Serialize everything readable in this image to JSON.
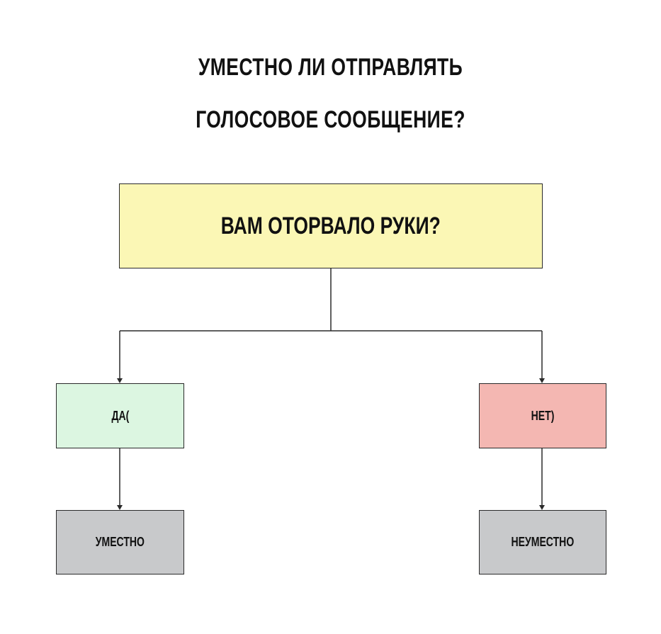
{
  "title": {
    "line1": "УМЕСТНО ЛИ ОТПРАВЛЯТЬ",
    "line2": "ГОЛОСОВОЕ СООБЩЕНИЕ?"
  },
  "question": "ВАМ ОТОРВАЛО РУКИ?",
  "branches": {
    "yes": {
      "answer": "ДА(",
      "result": "УМЕСТНО",
      "answer_color": "#dcf6e1",
      "result_color": "#c8c9cb"
    },
    "no": {
      "answer": "НЕТ)",
      "result": "НЕУМЕСТНО",
      "answer_color": "#f4b7b2",
      "result_color": "#c8c9cb"
    }
  },
  "colors": {
    "question_fill": "#fbf7b5",
    "line": "#2a2a2a",
    "text": "#111111"
  }
}
